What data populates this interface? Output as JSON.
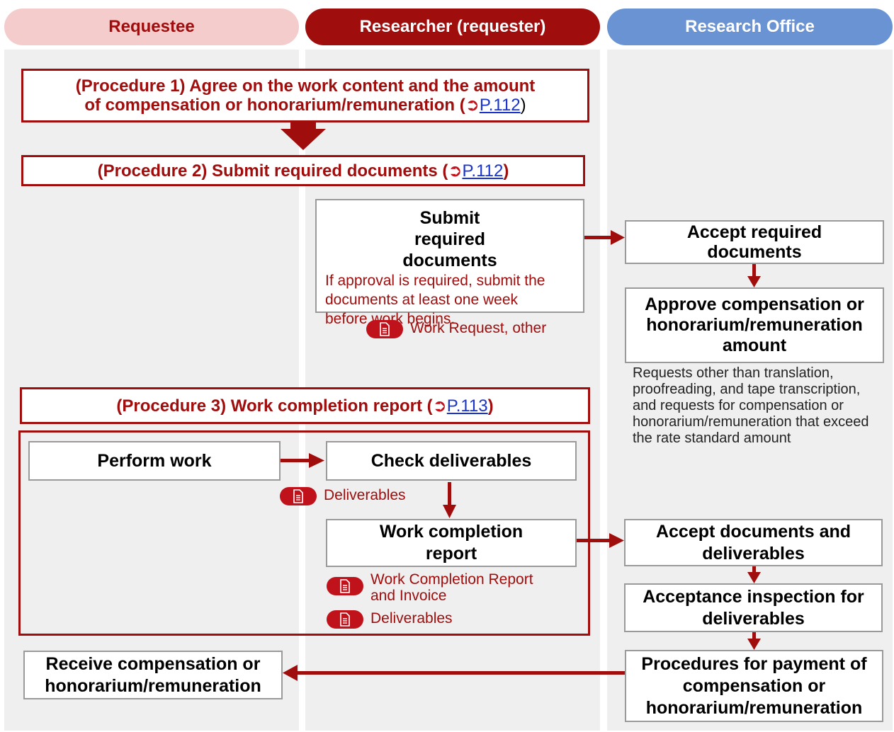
{
  "lanes": {
    "requestee": "Requestee",
    "researcher": "Researcher (requester)",
    "research_office": "Research Office"
  },
  "colors": {
    "dark_red": "#a00d0d",
    "light_pink": "#f4cccc",
    "office_blue": "#6a93d4",
    "link_blue": "#1a33cc",
    "lane_gray": "#efefef"
  },
  "icons": {
    "pointer": "hand-pointer-icon",
    "document": "document-icon"
  },
  "procedure1": {
    "line1": "(Procedure 1) Agree on the work content and the amount",
    "line2": "of compensation or honorarium/remuneration (",
    "link": "P.112",
    "close": ")"
  },
  "procedure2": {
    "text": "(Procedure 2) Submit required documents (",
    "link": "P.112",
    "close": ")"
  },
  "procedure3": {
    "text": "(Procedure 3) Work completion report (",
    "link": "P.113",
    "close": ")"
  },
  "submit_docs": {
    "title": "Submit required documents",
    "note": "If approval is required, submit the documents at least one week before work begins."
  },
  "work_request_doc": "Work Request, other",
  "accept_docs": "Accept required documents",
  "approve": "Approve compensation or honorarium/remuneration amount",
  "approve_note": "Requests other than translation, proofreading, and tape transcription, and requests for compensation or honorarium/remuneration that exceed the rate standard amount",
  "perform_work": "Perform work",
  "check_deliverables": "Check deliverables",
  "deliverables_doc": "Deliverables",
  "work_completion": "Work completion report",
  "completion_docs": [
    "Work Completion Report and Invoice",
    "Deliverables"
  ],
  "accept_docs_deliverables": "Accept documents and deliverables",
  "acceptance_inspection": "Acceptance inspection for deliverables",
  "payment_procedures": "Procedures for payment of compensation or honorarium/remuneration",
  "receive": "Receive compensation or honorarium/remuneration"
}
